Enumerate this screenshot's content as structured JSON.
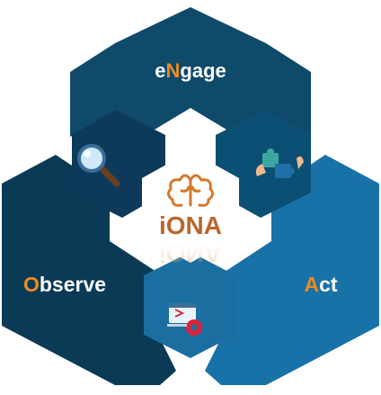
{
  "center": {
    "brand": "iONA"
  },
  "segments": {
    "engage": {
      "initial": "e",
      "accent": "N",
      "rest": "gage"
    },
    "observe": {
      "accent": "O",
      "rest": "bserve"
    },
    "act": {
      "accent": "A",
      "rest": "ct"
    }
  },
  "icons": {
    "inner_top_left": "magnifier-icon",
    "inner_top_right": "puzzle-hands-icon",
    "inner_bottom": "browser-gear-icon",
    "center": "brain-icon"
  },
  "colors": {
    "engage": "#0f4a6b",
    "observe": "#0a3a55",
    "act": "#1872a8",
    "inner_top_left": "#0d3a5a",
    "inner_top_right": "#0c4f74",
    "inner_bottom": "#1b6fa0",
    "accent_orange": "#f08a1c",
    "center_brand": "#b9672a",
    "label_white": "#ffffff"
  }
}
